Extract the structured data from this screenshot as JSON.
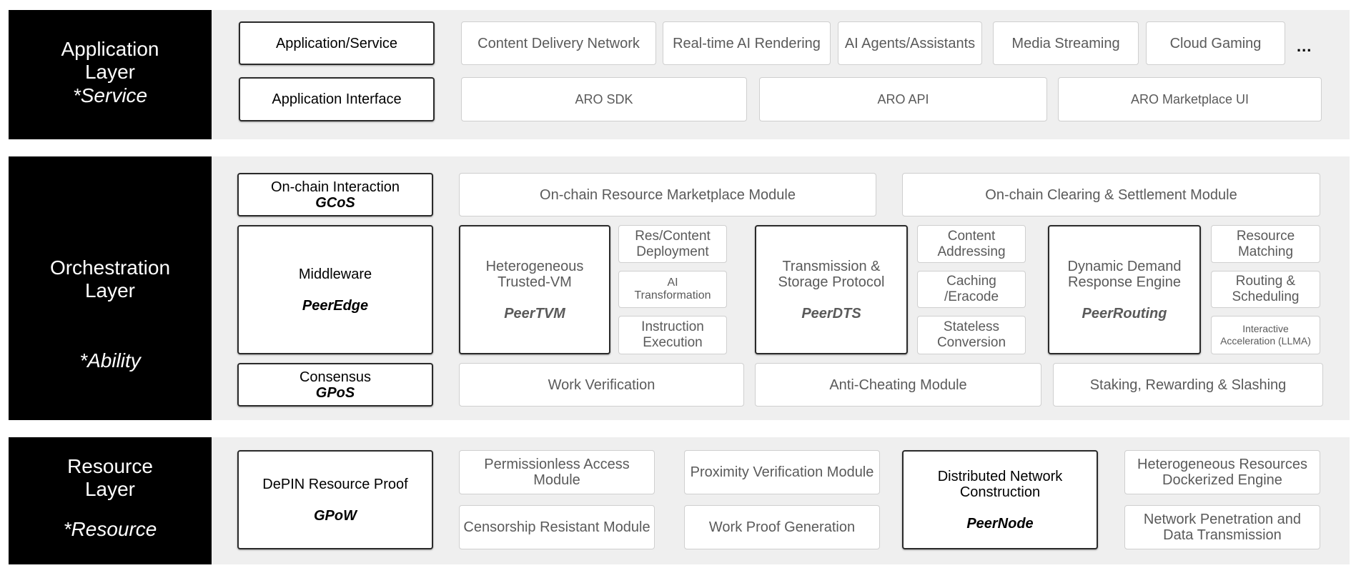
{
  "layers": {
    "application": {
      "name": "Application\nLayer",
      "tag": "*Service",
      "rows": {
        "service": {
          "category": "Application/Service",
          "items": [
            "Content Delivery Network",
            "Real-time AI Rendering",
            "AI Agents/Assistants",
            "Media Streaming",
            "Cloud Gaming"
          ],
          "more": "..."
        },
        "interface": {
          "category": "Application Interface",
          "items": [
            "ARO SDK",
            "ARO API",
            "ARO Marketplace UI"
          ]
        }
      }
    },
    "orchestration": {
      "name": "Orchestration\nLayer",
      "tag": "*Ability",
      "onchain": {
        "category": "On-chain Interaction",
        "protocol": "GCoS",
        "modules": [
          "On-chain Resource Marketplace Module",
          "On-chain Clearing & Settlement Module"
        ]
      },
      "middleware": {
        "category": "Middleware",
        "protocol": "PeerEdge",
        "components": [
          {
            "name": "Heterogeneous\nTrusted-VM",
            "protocol": "PeerTVM",
            "features": [
              "Res/Content\nDeployment",
              "AI\nTransformation",
              "Instruction\nExecution"
            ]
          },
          {
            "name": "Transmission &\nStorage Protocol",
            "protocol": "PeerDTS",
            "features": [
              "Content\nAddressing",
              "Caching\n/Eracode",
              "Stateless\nConversion"
            ]
          },
          {
            "name": "Dynamic Demand\nResponse Engine",
            "protocol": "PeerRouting",
            "features": [
              "Resource\nMatching",
              "Routing &\nScheduling",
              "Interactive\nAcceleration (LLMA)"
            ]
          }
        ]
      },
      "consensus": {
        "category": "Consensus",
        "protocol": "GPoS",
        "modules": [
          "Work Verification",
          "Anti-Cheating Module",
          "Staking, Rewarding & Slashing"
        ]
      }
    },
    "resource": {
      "name": "Resource\nLayer",
      "tag": "*Resource",
      "proof": {
        "category": "DePIN Resource Proof",
        "protocol": "GPoW"
      },
      "modules": [
        "Permissionless Access\nModule",
        "Proximity Verification Module",
        "Censorship Resistant Module",
        "Work Proof Generation"
      ],
      "network": {
        "name": "Distributed Network\nConstruction",
        "protocol": "PeerNode"
      },
      "engines": [
        "Heterogeneous Resources\nDockerized Engine",
        "Network Penetration and\nData Transmission"
      ]
    }
  }
}
